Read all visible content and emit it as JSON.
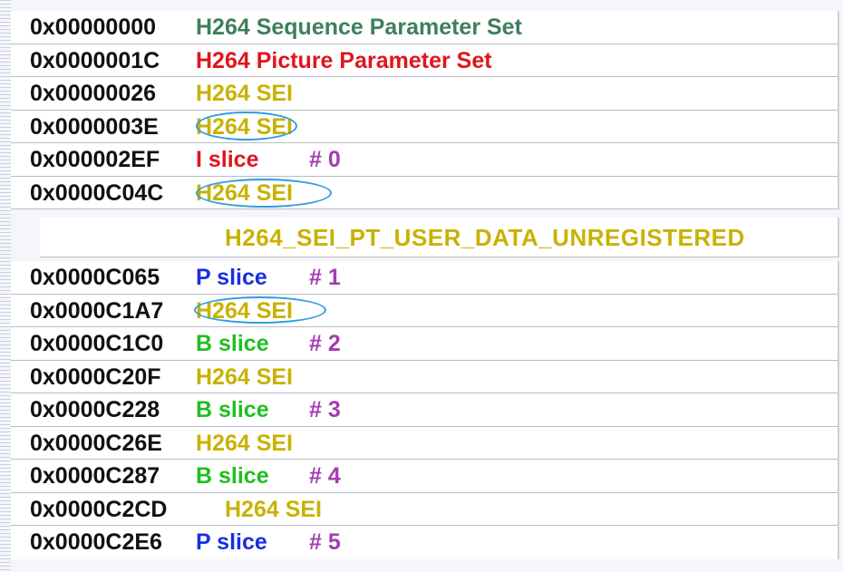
{
  "colors": {
    "sps": "#3d7f5c",
    "pps": "#e0151b",
    "sei": "#c8b200",
    "i_slice": "#e0151b",
    "p_slice": "#1a2ee0",
    "b_slice": "#1fbf1f",
    "slice_number": "#a33cb0",
    "highlight": "#2f9de0"
  },
  "top_list": [
    {
      "addr": "0x00000000",
      "desc": "H264 Sequence Parameter Set",
      "num": "",
      "kind": "sps"
    },
    {
      "addr": "0x0000001C",
      "desc": "H264 Picture Parameter Set",
      "num": "",
      "kind": "pps"
    },
    {
      "addr": "0x00000026",
      "desc": "H264 SEI",
      "num": "",
      "kind": "sei"
    },
    {
      "addr": "0x0000003E",
      "desc": "H264 SEI",
      "num": "",
      "kind": "sei",
      "highlighted": true
    },
    {
      "addr": "0x000002EF",
      "desc": "I slice",
      "num": "# 0",
      "kind": "i_slice"
    },
    {
      "addr": "0x0000C04C",
      "desc": "H264 SEI",
      "num": "",
      "kind": "sei",
      "highlighted": true
    }
  ],
  "detail": {
    "text": "H264_SEI_PT_USER_DATA_UNREGISTERED"
  },
  "bottom_list": [
    {
      "addr": "0x0000C065",
      "desc": "P slice",
      "num": "# 1",
      "kind": "p_slice"
    },
    {
      "addr": "0x0000C1A7",
      "desc": "H264 SEI",
      "num": "",
      "kind": "sei",
      "highlighted": true
    },
    {
      "addr": "0x0000C1C0",
      "desc": "B slice",
      "num": "# 2",
      "kind": "b_slice"
    },
    {
      "addr": "0x0000C20F",
      "desc": "H264 SEI",
      "num": "",
      "kind": "sei"
    },
    {
      "addr": "0x0000C228",
      "desc": "B slice",
      "num": "# 3",
      "kind": "b_slice"
    },
    {
      "addr": "0x0000C26E",
      "desc": "H264 SEI",
      "num": "",
      "kind": "sei"
    },
    {
      "addr": "0x0000C287",
      "desc": "B slice",
      "num": "# 4",
      "kind": "b_slice"
    },
    {
      "addr": "0x0000C2CD",
      "desc": "H264 SEI",
      "num": "",
      "kind": "sei"
    },
    {
      "addr": "0x0000C2E6",
      "desc": "P slice",
      "num": "# 5",
      "kind": "p_slice"
    }
  ]
}
